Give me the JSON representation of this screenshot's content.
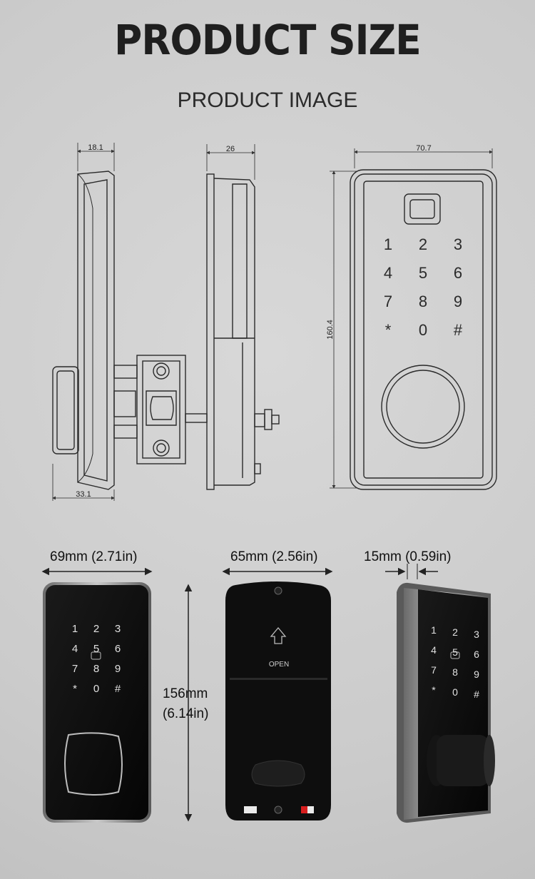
{
  "header": {
    "title": "PRODUCT SIZE",
    "subtitle": "PRODUCT IMAGE"
  },
  "technical_drawing": {
    "side_view": {
      "width_top": "18.1",
      "width_bottom": "33.1"
    },
    "profile_view": {
      "depth": "26"
    },
    "front_view": {
      "width": "70.7",
      "height": "160.4"
    },
    "keypad_keys": [
      "1",
      "2",
      "3",
      "4",
      "5",
      "6",
      "7",
      "8",
      "9",
      "*",
      "0",
      "#"
    ]
  },
  "photos": {
    "front": {
      "width_label": "69mm (2.71in)"
    },
    "back": {
      "width_label": "65mm (2.56in)",
      "open_label": "OPEN"
    },
    "side": {
      "depth_label": "15mm (0.59in)"
    },
    "height_label": {
      "mm": "156mm",
      "in": "(6.14in)"
    }
  },
  "colors": {
    "background": "#cfcfcf",
    "line": "#2a2a2a",
    "lock_body": "#0c0c0c",
    "indicator_red": "#d81e1e"
  }
}
